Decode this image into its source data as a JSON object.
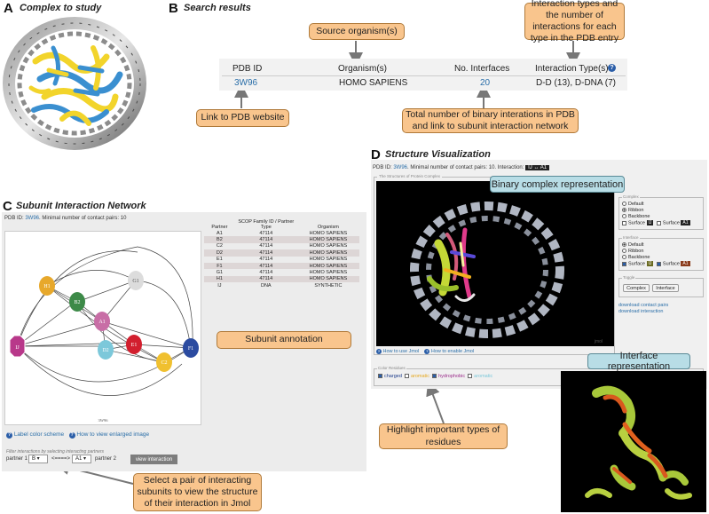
{
  "panel_a": {
    "letter": "A",
    "title": "Complex to study"
  },
  "panel_b": {
    "letter": "B",
    "title": "Search results",
    "table": {
      "headers": [
        "PDB ID",
        "Organism(s)",
        "No. Interfaces",
        "Interaction Type(s)"
      ],
      "row": {
        "pdb_id": "3W96",
        "organism": "HOMO SAPIENS",
        "interfaces": "20",
        "types": "D-D (13), D-DNA (7)"
      }
    },
    "callouts": {
      "organism": "Source organism(s)",
      "types": "Interaction types and the number of interactions for each type in the PDB entry",
      "link": "Link to PDB website",
      "total": "Total number of binary interations in PDB and link to subunit interaction network"
    }
  },
  "panel_c": {
    "letter": "C",
    "title": "Subunit Interaction Network",
    "info_prefix": "PDB ID:",
    "pdb_id": "3W96",
    "info_suffix": ".  Minimal number of contact pairs: 10",
    "nodes": [
      "H1",
      "B2",
      "G1",
      "A1",
      "IJ",
      "D2",
      "E1",
      "F1",
      "C2"
    ],
    "graph_caption": "3W96",
    "table_headers": [
      "Partner",
      "SCOP Family ID / Partner Type",
      "Organism"
    ],
    "table_rows": [
      [
        "A1",
        "47114",
        "HOMO SAPIENS"
      ],
      [
        "B2",
        "47114",
        "HOMO SAPIENS"
      ],
      [
        "C2",
        "47114",
        "HOMO SAPIENS"
      ],
      [
        "D2",
        "47114",
        "HOMO SAPIENS"
      ],
      [
        "E1",
        "47114",
        "HOMO SAPIENS"
      ],
      [
        "F1",
        "47114",
        "HOMO SAPIENS"
      ],
      [
        "G1",
        "47114",
        "HOMO SAPIENS"
      ],
      [
        "H1",
        "47114",
        "HOMO SAPIENS"
      ],
      [
        "IJ",
        "DNA",
        "SYNTHETIC"
      ]
    ],
    "label_color_scheme": "Label color scheme",
    "enlarged_image": "How to view enlarged image",
    "filter_text": "Filter interactions by selecting interacting partners",
    "partner1_label": "partner 1",
    "partner1_value": "B",
    "arrow_text": "<====>",
    "partner2_value": "A1",
    "partner2_label": "partner 2",
    "view_button": "view interaction",
    "callout_annotation": "Subunit annotation",
    "callout_select": "Select a pair of interacting subunits to view the structure of their interaction in Jmol"
  },
  "panel_d": {
    "letter": "D",
    "title": "Structure Visualization",
    "info_prefix": "PDB ID:",
    "pdb_id": "3W96",
    "info_middle": ". Minimal number of contact pairs: 10.  Interaction:",
    "interaction_badge": "IJ ↔ A1",
    "viewer_legend": "The Structures of Protein Complex",
    "jmol_mark": "jmol",
    "complex_title": "Complex",
    "complex_options": [
      "Default",
      "Ribbon",
      "Backbone"
    ],
    "surface_label": "Surface",
    "surface_swatch_1": "IJ",
    "surface_swatch_2": "A1",
    "interface_title": "Interface",
    "interface_options": [
      "Default",
      "Ribbon",
      "Backbone"
    ],
    "toggle_title": "Toggle",
    "toggle_buttons": [
      "Complex",
      "Interface"
    ],
    "download_pairs": "download contact pairs",
    "download_interaction": "download interaction",
    "how_use_jmol": "How to use Jmol",
    "how_enable_jmol": "How to enable Jmol",
    "color_residues_title": "Color Residues",
    "color_residues": [
      "charged",
      "aromatic",
      "hydrophobic",
      "aromatic"
    ],
    "callout_binary": "Binary complex representation",
    "callout_interface": "Interface representation",
    "callout_highlight": "Highlight important types of residues"
  },
  "colors": {
    "callout_fill": "#f9c58d",
    "callout_blue": "#b8dde6",
    "link": "#2a6ea8",
    "node_H1": "#e7a82b",
    "node_B2": "#3d8a48",
    "node_G1": "#dcdcdc",
    "node_A1": "#c86ea6",
    "node_IJ": "#b8388a",
    "node_D2": "#7cc8da",
    "node_E1": "#d21f2e",
    "node_F1": "#2b4ba0",
    "node_C2": "#f0c02f"
  }
}
